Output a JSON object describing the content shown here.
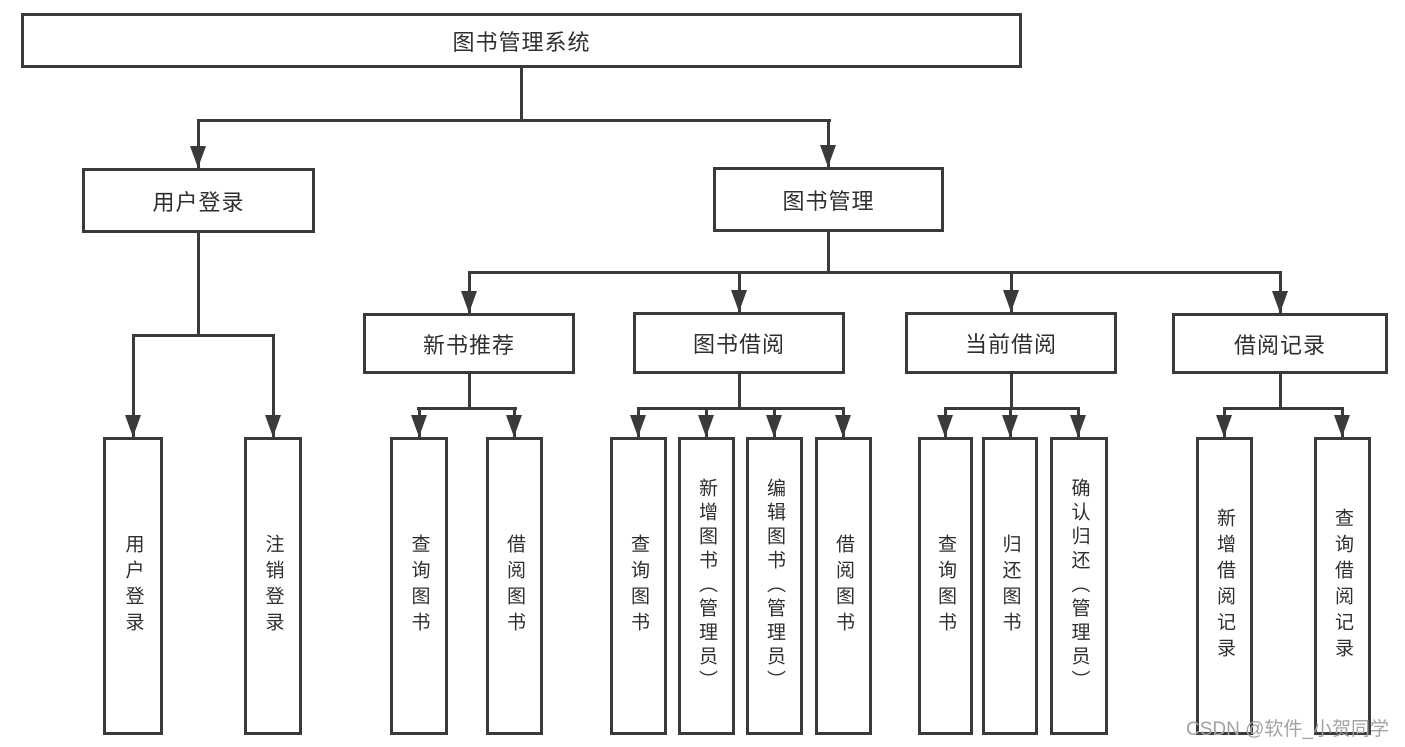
{
  "diagram": {
    "type": "hierarchy-tree",
    "title": "图书管理系统",
    "watermark": "CSDN @软件_小贺同学",
    "colors": {
      "line": "#3a3a3a",
      "box_border": "#3a3a3a",
      "text": "#2f2f2f",
      "watermark": "#a3a3a3",
      "background": "#ffffff"
    }
  },
  "nodes": {
    "root": {
      "label": "图书管理系统"
    },
    "user_login": {
      "label": "用户登录"
    },
    "book_mgmt": {
      "label": "图书管理"
    },
    "new_book": {
      "label": "新书推荐"
    },
    "book_borrow": {
      "label": "图书借阅"
    },
    "current_borrow": {
      "label": "当前借阅"
    },
    "borrow_record": {
      "label": "借阅记录"
    },
    "leaf_user_login": {
      "label": "用户登录"
    },
    "leaf_logout": {
      "label": "注销登录"
    },
    "leaf_nb_query": {
      "label": "查询图书"
    },
    "leaf_nb_borrow": {
      "label": "借阅图书"
    },
    "leaf_bb_query": {
      "label": "查询图书"
    },
    "leaf_bb_add": {
      "label": "新增图书（管理员）"
    },
    "leaf_bb_edit": {
      "label": "编辑图书（管理员）"
    },
    "leaf_bb_borrow": {
      "label": "借阅图书"
    },
    "leaf_cb_query": {
      "label": "查询图书"
    },
    "leaf_cb_return": {
      "label": "归还图书"
    },
    "leaf_cb_confirm": {
      "label": "确认归还（管理员）"
    },
    "leaf_br_add": {
      "label": "新增借阅记录"
    },
    "leaf_br_query": {
      "label": "查询借阅记录"
    }
  },
  "edges": [
    [
      "图书管理系统",
      "用户登录"
    ],
    [
      "图书管理系统",
      "图书管理"
    ],
    [
      "用户登录",
      "用户登录"
    ],
    [
      "用户登录",
      "注销登录"
    ],
    [
      "图书管理",
      "新书推荐"
    ],
    [
      "图书管理",
      "图书借阅"
    ],
    [
      "图书管理",
      "当前借阅"
    ],
    [
      "图书管理",
      "借阅记录"
    ],
    [
      "新书推荐",
      "查询图书"
    ],
    [
      "新书推荐",
      "借阅图书"
    ],
    [
      "图书借阅",
      "查询图书"
    ],
    [
      "图书借阅",
      "新增图书（管理员）"
    ],
    [
      "图书借阅",
      "编辑图书（管理员）"
    ],
    [
      "图书借阅",
      "借阅图书"
    ],
    [
      "当前借阅",
      "查询图书"
    ],
    [
      "当前借阅",
      "归还图书"
    ],
    [
      "当前借阅",
      "确认归还（管理员）"
    ],
    [
      "借阅记录",
      "新增借阅记录"
    ],
    [
      "借阅记录",
      "查询借阅记录"
    ]
  ]
}
